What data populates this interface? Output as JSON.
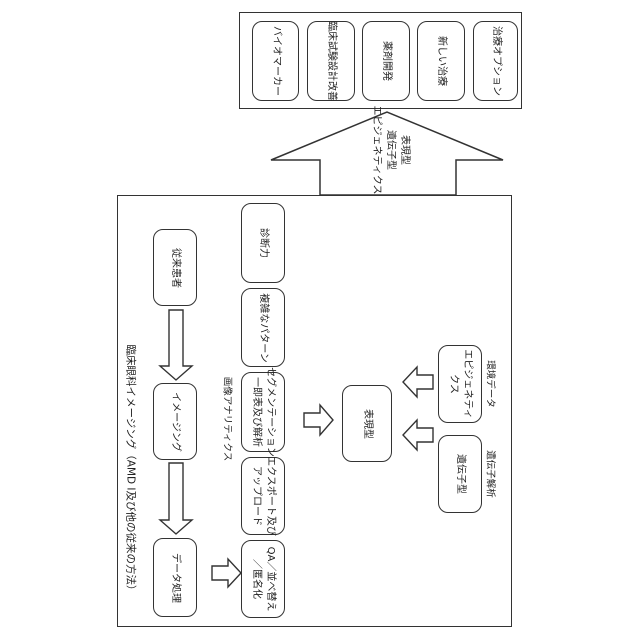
{
  "output_panel": {
    "boxes": [
      "バイオマーカー",
      "臨床試験設計改善",
      "薬剤開発",
      "新しい治療",
      "治療オプション"
    ]
  },
  "big_arrow": {
    "lines": [
      "表現型",
      "遺伝子型",
      "エピジェネティクス"
    ]
  },
  "main_panel": {
    "title": "臨床眼科イメージング（AMD I及び他の従来の方法）",
    "left_column": {
      "boxes": [
        "従来患者",
        "イメージング",
        "データ処理"
      ]
    },
    "image_analysis": {
      "heading": "画像アナリティクス",
      "boxes": [
        "診断力",
        "複雑なパターン",
        "セグメンテーション\n一即表及び解析",
        "エクスポート及び\nアップロード",
        "QA／並べ替え\n／匿名化"
      ]
    },
    "phenotype_box": "表現型",
    "epigenetics": {
      "box": "エピジェネティ\nクス",
      "caption": "環境データ"
    },
    "genotype": {
      "box": "遺伝子型",
      "caption": "遺伝子解析"
    }
  }
}
